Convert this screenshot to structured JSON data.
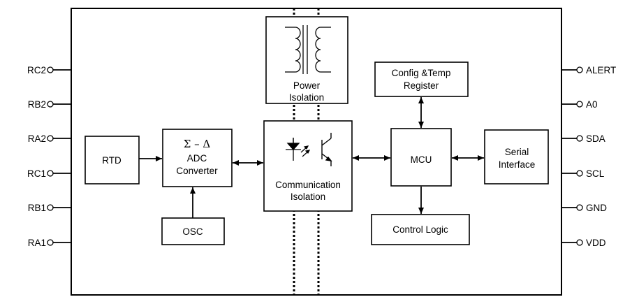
{
  "pins_left": [
    "RC2",
    "RB2",
    "RA2",
    "RC1",
    "RB1",
    "RA1"
  ],
  "pins_right": [
    "ALERT",
    "A0",
    "SDA",
    "SCL",
    "GND",
    "VDD"
  ],
  "blocks": {
    "rtd": "RTD",
    "adc_symbol": "Σ – Δ",
    "adc_line1": "ADC",
    "adc_line2": "Converter",
    "osc": "OSC",
    "power_line1": "Power",
    "power_line2": "Isolation",
    "comm_line1": "Communication",
    "comm_line2": "Isolation",
    "config_line1": "Config &Temp",
    "config_line2": "Register",
    "mcu": "MCU",
    "serial_line1": "Serial",
    "serial_line2": "Interface",
    "control_logic": "Control Logic"
  }
}
